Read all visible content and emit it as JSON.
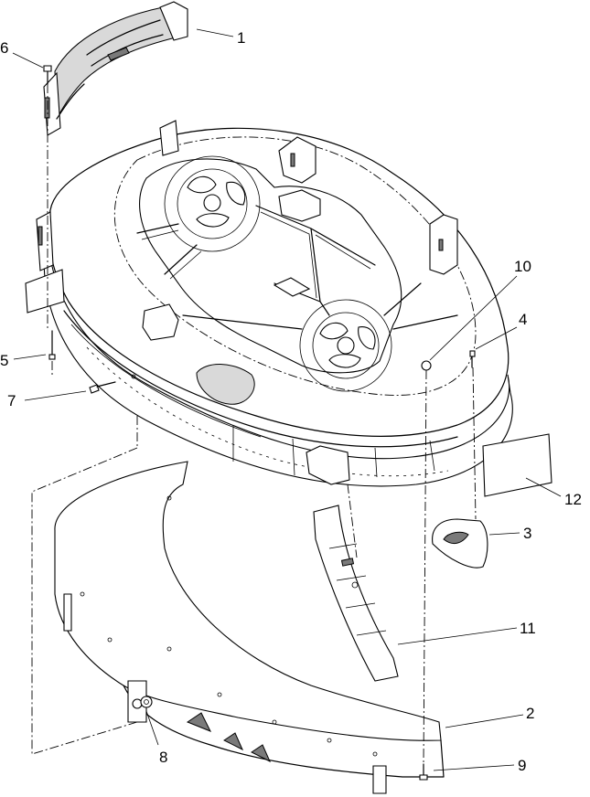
{
  "callouts": [
    {
      "number": "1"
    },
    {
      "number": "2"
    },
    {
      "number": "3"
    },
    {
      "number": "4"
    },
    {
      "number": "5"
    },
    {
      "number": "6"
    },
    {
      "number": "7"
    },
    {
      "number": "8"
    },
    {
      "number": "9"
    },
    {
      "number": "10"
    },
    {
      "number": "11"
    },
    {
      "number": "12"
    }
  ]
}
